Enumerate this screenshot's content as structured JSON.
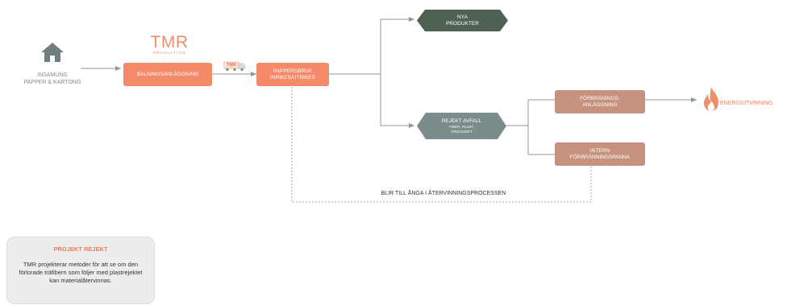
{
  "colors": {
    "orange_box": "#f58a6b",
    "brown_box": "#c7927d",
    "dark_green_hex": "#4e6153",
    "grey_hex": "#7a8c8b",
    "line": "#8a9a9a",
    "house_icon": "#6f7f7f",
    "flame_icon": "#f08e6b"
  },
  "icons": {
    "home": "home-icon",
    "truck": "truck-icon",
    "flame": "flame-icon"
  },
  "logo": {
    "text": "TMR",
    "sub": "PRODUCTION"
  },
  "truck_badge": {
    "text": "TMR"
  },
  "nodes": {
    "insamling": {
      "line1": "INSAMUNG",
      "line2": "PAPPER & KARTONG"
    },
    "balning": {
      "label": "BALNINGSANLÄGGNING"
    },
    "pappersbruk": {
      "line1": "PAPPERSBRUK",
      "line2": "INRIKES/UTRIKES"
    },
    "nya_produkter": {
      "line1": "NYA",
      "line2": "PRODUKTER"
    },
    "rejekt": {
      "title": "REJEKT AVFALL",
      "sub1": "FIBER, PLAST,",
      "sub2": "ORGANISKT"
    },
    "forbranning": {
      "line1": "FÖRBRÄNINGS-",
      "line2": "ANLÄGGNING"
    },
    "intern": {
      "line1": "INTERN",
      "line2": "FÖRBRÄNNINGSPANNA"
    },
    "energi": {
      "label": "ENERGIUTVINNING"
    }
  },
  "dashed_label": "BLIR TILL ÅNGA I ÅTERVINNINGSPROCESSEN",
  "info": {
    "title": "PROJEKT REJEKT",
    "body": "TMR projekterar metoder för att se om den förlorade träfibern som följer med plastrejektet kan materialåtervinnas."
  }
}
